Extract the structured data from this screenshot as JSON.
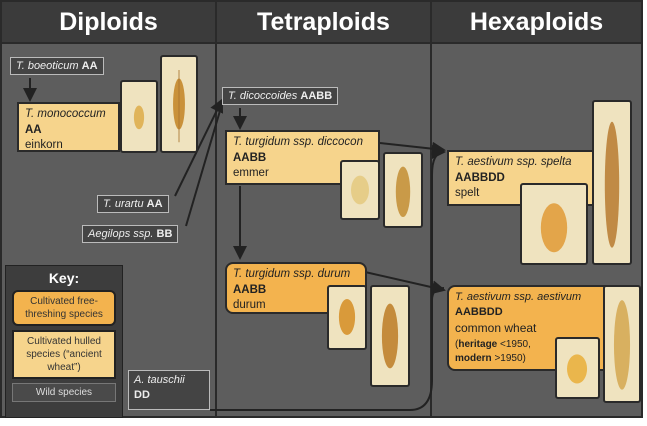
{
  "headers": [
    "Diploids",
    "Tetraploids",
    "Hexaploids"
  ],
  "diploids": {
    "boeoticum": {
      "name": "T. boeoticum",
      "genome": "AA"
    },
    "monococcum": {
      "name": "T. monococcum",
      "genome": "AA",
      "common": "einkorn"
    },
    "urartu": {
      "name": "T. urartu",
      "genome": "AA"
    },
    "aegilops": {
      "name": "Aegilops ssp.",
      "genome": "BB"
    },
    "tauschii": {
      "name": "A. tauschii",
      "genome": "DD"
    }
  },
  "tetraploids": {
    "dicoccoides": {
      "name": "T. dicoccoides",
      "genome": "AABB"
    },
    "diccocon": {
      "name": "T. turgidum ssp. diccocon",
      "genome": "AABB",
      "common": "emmer"
    },
    "durum": {
      "name": "T. turgidum ssp. durum",
      "genome": "AABB",
      "common": "durum"
    }
  },
  "hexaploids": {
    "spelta": {
      "name": "T. aestivum ssp. spelta",
      "genome": "AABBDD",
      "common": "spelt"
    },
    "aestivum": {
      "name": "T. aestivum ssp. aestivum",
      "genome": "AABBDD",
      "common": "common wheat",
      "heritage": "heritage",
      "heritage_note": "<1950,",
      "modern": "modern",
      "modern_note": ">1950)",
      "open_paren": "("
    }
  },
  "key": {
    "title": "Key:",
    "free": "Cultivated free-threshing species",
    "hulled": "Cultivated hulled species (“ancient wheat”)",
    "wild": "Wild species"
  },
  "colors": {
    "free": "#f3b34e",
    "hulled": "#f6d48c",
    "wild": "#444444",
    "background": "#5d5d5d"
  }
}
